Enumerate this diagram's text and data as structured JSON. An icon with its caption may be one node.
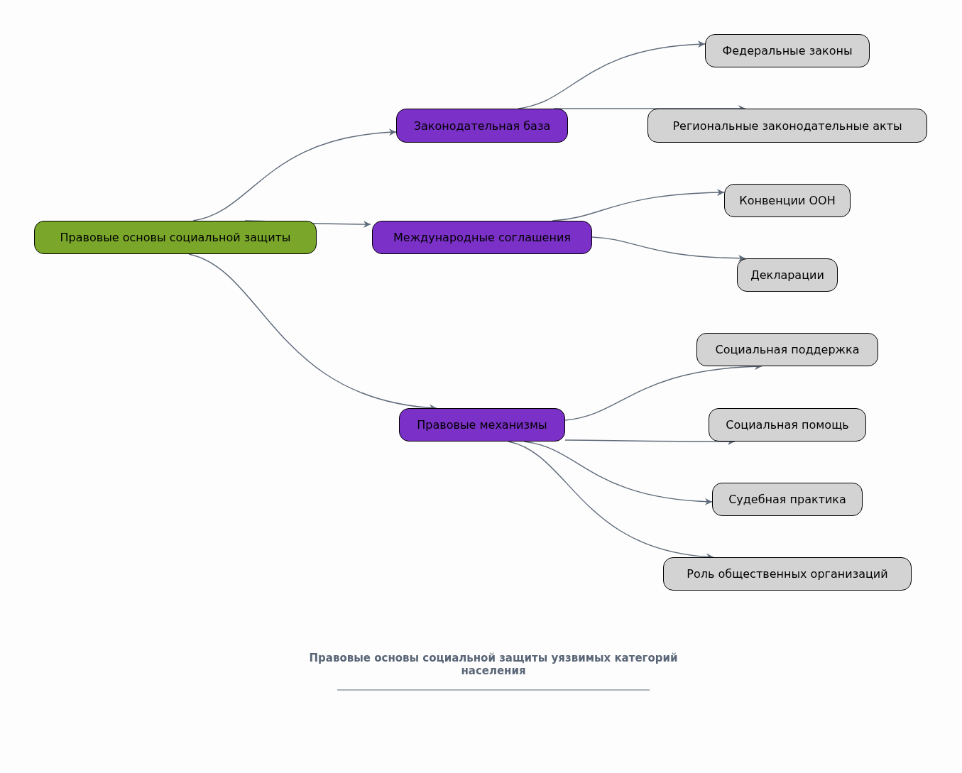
{
  "diagram": {
    "caption": "Правовые основы социальной защиты уязвимых категорий населения",
    "nodes": [
      {
        "text": [
          "Правовые основы социальной защиты"
        ]
      },
      {
        "text": [
          "Законодательная база"
        ]
      },
      {
        "text": [
          "Международные соглашения"
        ]
      },
      {
        "text": [
          "Правовые механизмы"
        ]
      },
      {
        "text": [
          "Федеральные законы"
        ]
      },
      {
        "text": [
          "Региональные законодательные акты"
        ]
      },
      {
        "text": [
          "Конвенции ООН"
        ]
      },
      {
        "text": [
          "Декларации"
        ]
      },
      {
        "text": [
          "Социальная поддержка"
        ]
      },
      {
        "text": [
          "Социальная помощь"
        ]
      },
      {
        "text": [
          "Судебная практика"
        ]
      },
      {
        "text": [
          "Роль общественных организаций"
        ]
      }
    ],
    "edges": [
      {
        "from": 0,
        "to": 1,
        "arrow": "to"
      },
      {
        "from": 0,
        "to": 2,
        "arrow": "to"
      },
      {
        "from": 0,
        "to": 3,
        "arrow": "to"
      },
      {
        "from": 1,
        "to": 4,
        "arrow": "to"
      },
      {
        "from": 1,
        "to": 5,
        "arrow": "to"
      },
      {
        "from": 2,
        "to": 6,
        "arrow": "to"
      },
      {
        "from": 2,
        "to": 7,
        "arrow": "to"
      },
      {
        "from": 3,
        "to": 8,
        "arrow": "to"
      },
      {
        "from": 3,
        "to": 9,
        "arrow": "to"
      },
      {
        "from": 3,
        "to": 10,
        "arrow": "to"
      },
      {
        "from": 3,
        "to": 11,
        "arrow": "to"
      }
    ]
  }
}
